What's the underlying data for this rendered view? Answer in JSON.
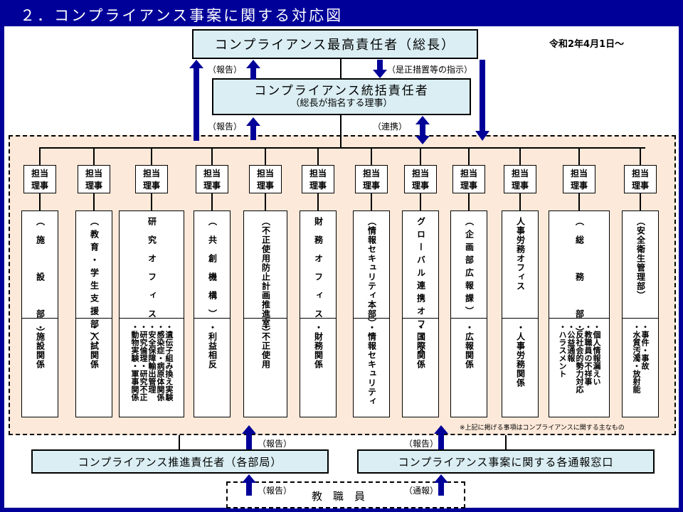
{
  "header": {
    "title": "２．コンプライアンス事案に関する対応図"
  },
  "date_label": "令和2年4月1日～",
  "top_officer": {
    "label": "コンプライアンス最高責任者（総長）"
  },
  "general_officer": {
    "label": "コンプライアンス統括責任者",
    "sub": "（総長が指名する理事）"
  },
  "arrow_labels": {
    "report_top": "（報告）",
    "instruction": "（是正措置等の指示）",
    "report_mid": "（報告）",
    "cooperation": "（連携）",
    "report_bottom_left": "（報告）",
    "report_bottom_right": "（報告）",
    "report_employees": "（報告）",
    "whistle": "（通報）"
  },
  "director_label": "担当\n理事",
  "columns": [
    {
      "unit": "（施　設　部）",
      "matters": [
        "・施設関係"
      ]
    },
    {
      "unit": "（教育・学生支援部）",
      "matters": [
        "・入試関係"
      ]
    },
    {
      "unit": "研究オフィス",
      "matters": [
        "・遺伝子組み換え実験",
        "・感染症・病原体関係",
        "・安全保障輸出管理",
        "・研究倫理・研究不正",
        "・動物実験・軍事関係"
      ]
    },
    {
      "unit": "（共創機構）",
      "matters": [
        "・利益相反"
      ]
    },
    {
      "unit": "（不正使用防止計画推進室）",
      "matters": [
        "・不正使用"
      ]
    },
    {
      "unit": "財務オフィス",
      "matters": [
        "・財務関係"
      ]
    },
    {
      "unit": "（情報セキュリティ本部）",
      "matters": [
        "・情報セキュリティ"
      ]
    },
    {
      "unit": "グローバル連携オフィス",
      "matters": [
        "・国際関係"
      ]
    },
    {
      "unit": "（企画部広報課）",
      "matters": [
        "・広報関係"
      ]
    },
    {
      "unit": "人事労務オフィス",
      "matters": [
        "・人事労務関係"
      ]
    },
    {
      "unit": "（総　務　部）",
      "matters": [
        "・個人情報漏えい",
        "・教職員の不祥事",
        "・反社会的勢力対応",
        "・公益通報",
        "・ハラスメント"
      ]
    },
    {
      "unit": "（安全衛生管理部）",
      "matters": [
        "・事件・事故",
        "・水質汚濁・放射能"
      ]
    }
  ],
  "footnote": "※上記に掲げる事項はコンプライアンスに関する主なもの",
  "promotion_officer": {
    "label": "コンプライアンス推進責任者（各部局）"
  },
  "reporting_desk": {
    "label": "コンプライアンス事案に関する各通報窓口"
  },
  "employees": {
    "label": "教　職　員"
  },
  "colors": {
    "navy": "#000099",
    "box_fill": "#daeef3",
    "peach": "#fde9d9"
  }
}
